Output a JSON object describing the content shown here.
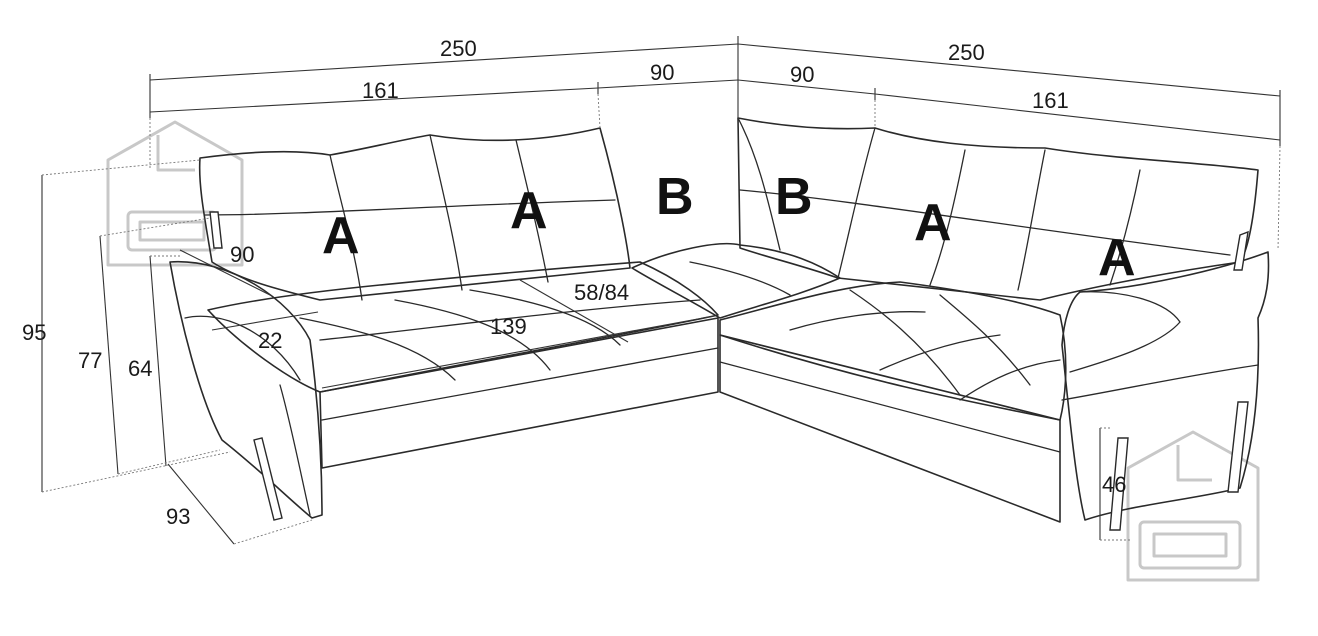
{
  "dimensions": {
    "total_left": "250",
    "total_right": "250",
    "segment_left_a": "161",
    "segment_left_b": "90",
    "segment_right_b": "90",
    "segment_right_a": "161",
    "height_total": "95",
    "height_back": "77",
    "height_arm": "64",
    "depth": "93",
    "armrest_depth": "90",
    "armrest_width": "22",
    "seat_width": "139",
    "seat_depth": "58/84",
    "seat_height": "46"
  },
  "modules": [
    "A",
    "A",
    "B",
    "B",
    "A",
    "A"
  ],
  "watermark_icons": [
    "house-sofa-logo",
    "house-sofa-logo"
  ]
}
